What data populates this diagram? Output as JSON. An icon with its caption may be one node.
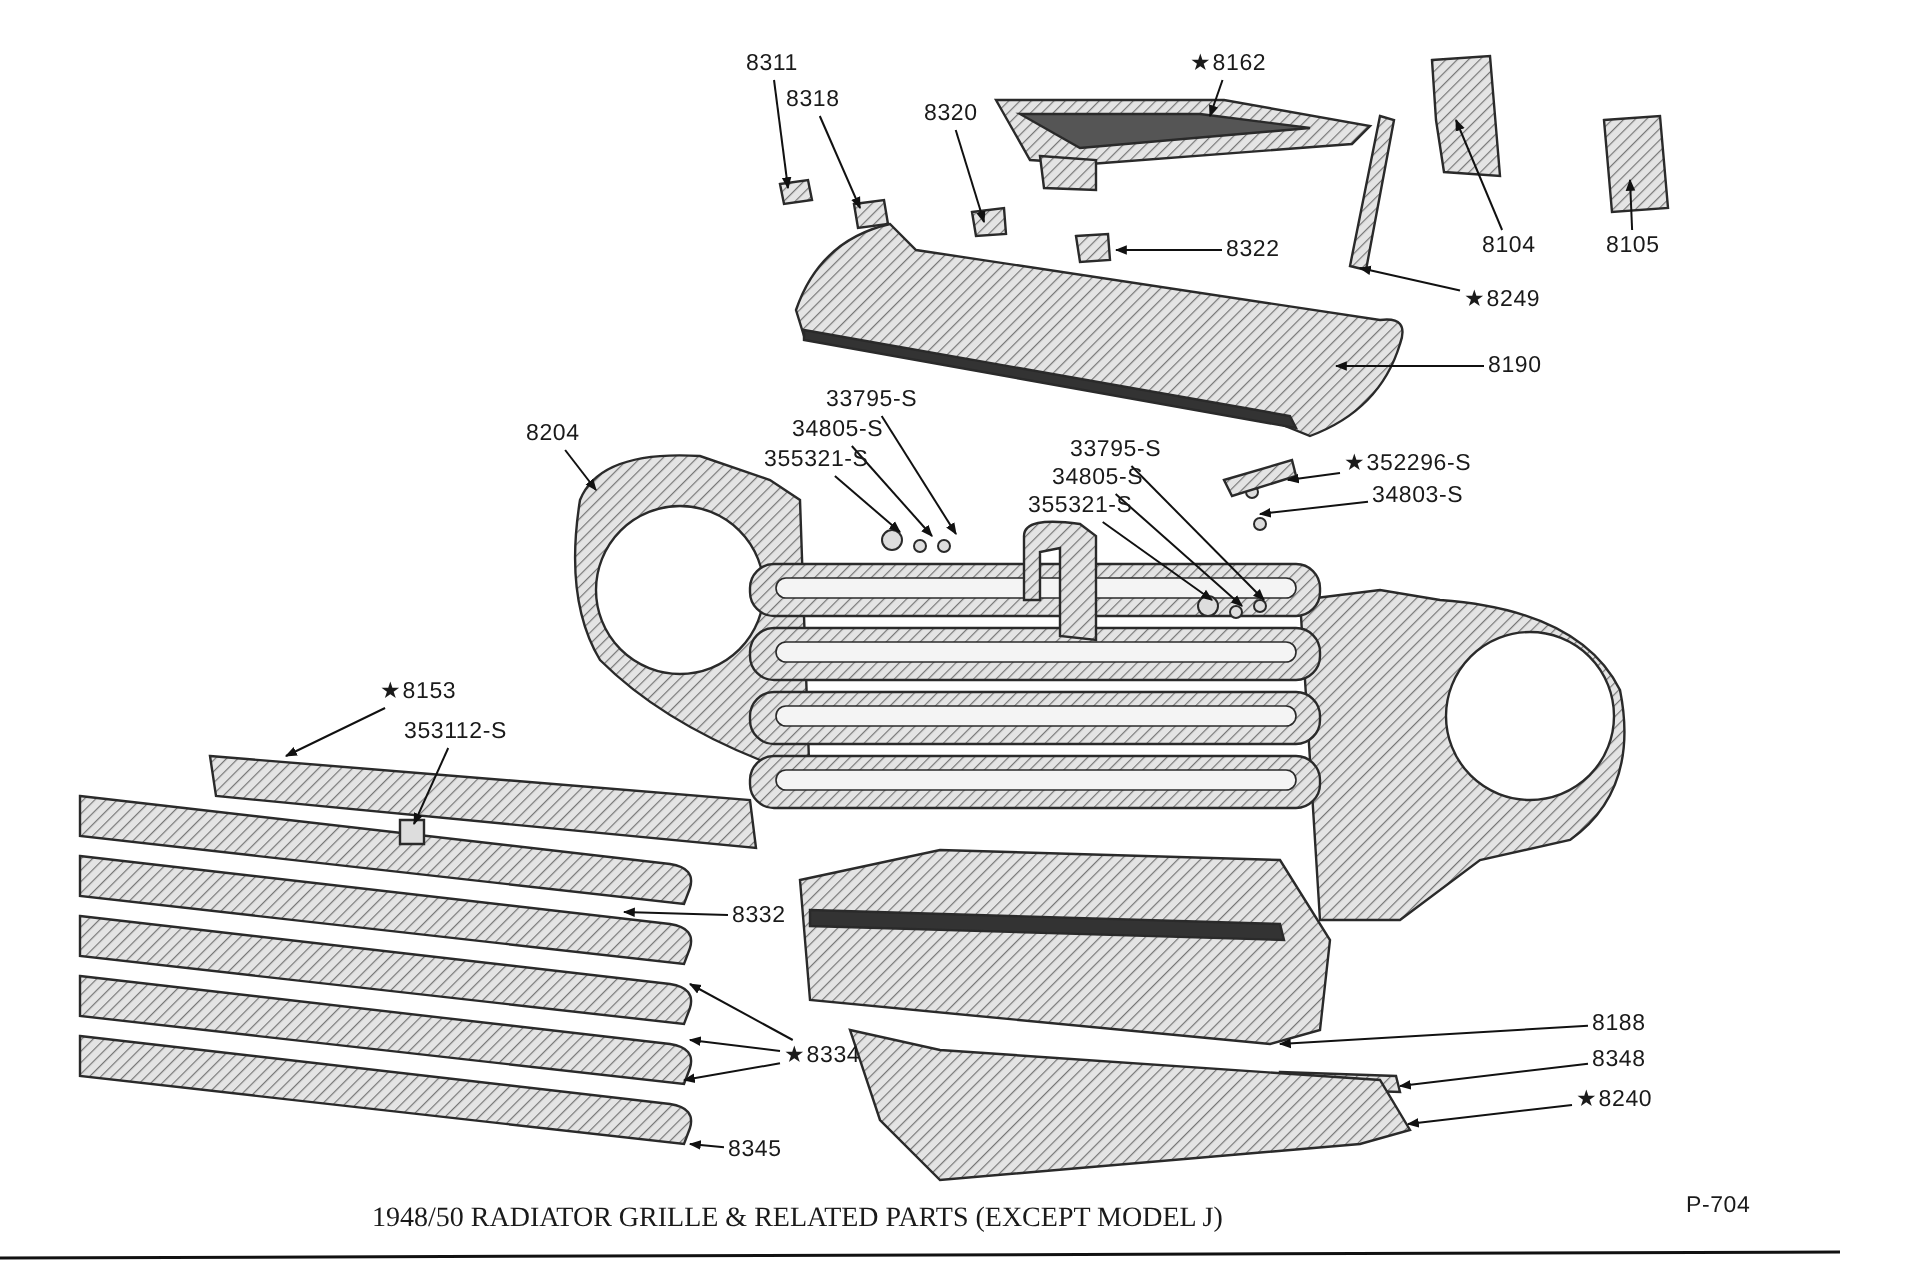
{
  "diagram": {
    "caption": "1948/50 RADIATOR GRILLE & RELATED PARTS (EXCEPT MODEL J)",
    "nodes": [
      {
        "text": [
          "8311"
        ]
      },
      {
        "text": [
          "8318"
        ]
      },
      {
        "text": [
          "8320"
        ]
      },
      {
        "text": [
          "★8162"
        ]
      },
      {
        "text": [
          "8104"
        ]
      },
      {
        "text": [
          "8105"
        ]
      },
      {
        "text": [
          "8322"
        ]
      },
      {
        "text": [
          "★8249"
        ]
      },
      {
        "text": [
          "8190"
        ]
      },
      {
        "text": [
          "8204"
        ]
      },
      {
        "text": [
          "33795-S"
        ]
      },
      {
        "text": [
          "34805-S"
        ]
      },
      {
        "text": [
          "355321-S"
        ]
      },
      {
        "text": [
          "33795-S"
        ]
      },
      {
        "text": [
          "34805-S"
        ]
      },
      {
        "text": [
          "355321-S"
        ]
      },
      {
        "text": [
          "★352296-S"
        ]
      },
      {
        "text": [
          "34803-S"
        ]
      },
      {
        "text": [
          "★8153"
        ]
      },
      {
        "text": [
          "353112-S"
        ]
      },
      {
        "text": [
          "8332"
        ]
      },
      {
        "text": [
          "★8334"
        ]
      },
      {
        "text": [
          "8345"
        ]
      },
      {
        "text": [
          "8188"
        ]
      },
      {
        "text": [
          "8348"
        ]
      },
      {
        "text": [
          "★8240"
        ]
      }
    ],
    "edges": [
      {
        "from": 0,
        "to": null,
        "arrow": "to"
      },
      {
        "from": 1,
        "to": null,
        "arrow": "to"
      },
      {
        "from": 2,
        "to": null,
        "arrow": "to"
      },
      {
        "from": 3,
        "to": null,
        "arrow": "to"
      },
      {
        "from": 4,
        "to": null,
        "arrow": "to"
      },
      {
        "from": 5,
        "to": null,
        "arrow": "to"
      },
      {
        "from": 6,
        "to": null,
        "arrow": "to"
      },
      {
        "from": 7,
        "to": null,
        "arrow": "to"
      },
      {
        "from": 8,
        "to": null,
        "arrow": "to"
      },
      {
        "from": 9,
        "to": null,
        "arrow": "to"
      },
      {
        "from": 10,
        "to": null,
        "arrow": "to"
      },
      {
        "from": 11,
        "to": null,
        "arrow": "to"
      },
      {
        "from": 12,
        "to": null,
        "arrow": "to"
      },
      {
        "from": 13,
        "to": null,
        "arrow": "to"
      },
      {
        "from": 14,
        "to": null,
        "arrow": "to"
      },
      {
        "from": 15,
        "to": null,
        "arrow": "to"
      },
      {
        "from": 16,
        "to": null,
        "arrow": "to"
      },
      {
        "from": 17,
        "to": null,
        "arrow": "to"
      },
      {
        "from": 18,
        "to": null,
        "arrow": "to"
      },
      {
        "from": 19,
        "to": null,
        "arrow": "to"
      },
      {
        "from": 20,
        "to": null,
        "arrow": "to"
      },
      {
        "from": 21,
        "to": null,
        "arrow": "to"
      },
      {
        "from": 21,
        "to": null,
        "arrow": "to"
      },
      {
        "from": 21,
        "to": null,
        "arrow": "to"
      },
      {
        "from": 22,
        "to": null,
        "arrow": "to"
      },
      {
        "from": 23,
        "to": null,
        "arrow": "to"
      },
      {
        "from": 24,
        "to": null,
        "arrow": "to"
      },
      {
        "from": 25,
        "to": null,
        "arrow": "to"
      }
    ],
    "labels": [
      "P-704"
    ]
  }
}
